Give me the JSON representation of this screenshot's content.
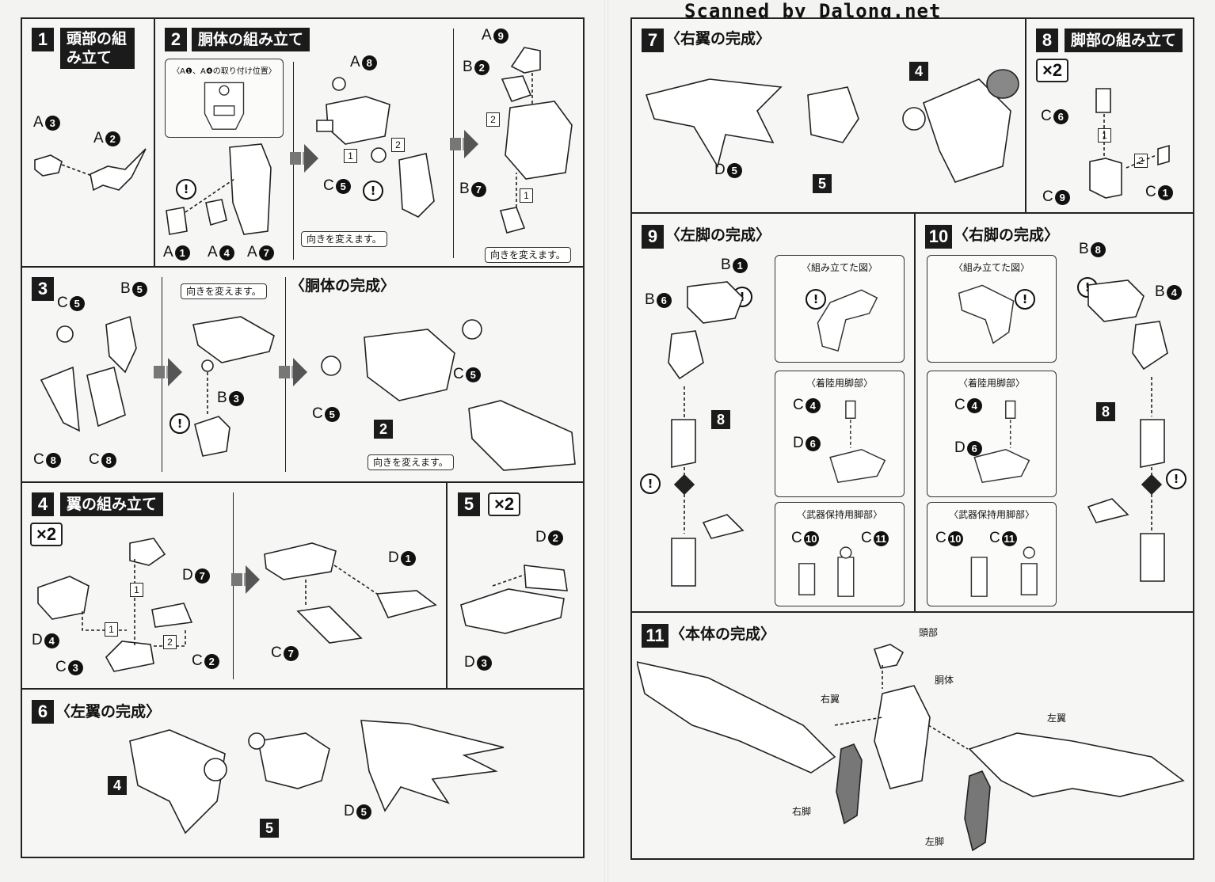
{
  "watermark": "Scanned by Dalong.net",
  "steps": {
    "s1": {
      "num": "1",
      "title": "頭部の組み立て",
      "parts": {
        "a3": {
          "l": "A",
          "n": "3"
        },
        "a2": {
          "l": "A",
          "n": "2"
        }
      }
    },
    "s2": {
      "num": "2",
      "title": "胴体の組み立て",
      "inset": "〈A❶、A❹の取り付け位置〉",
      "turn1": "向きを変えます。",
      "turn2": "向きを変えます。",
      "parts": {
        "a1": {
          "l": "A",
          "n": "1"
        },
        "a4": {
          "l": "A",
          "n": "4"
        },
        "a7": {
          "l": "A",
          "n": "7"
        },
        "a8": {
          "l": "A",
          "n": "8"
        },
        "c5": {
          "l": "C",
          "n": "5"
        },
        "a9": {
          "l": "A",
          "n": "9"
        },
        "b2": {
          "l": "B",
          "n": "2"
        },
        "b7": {
          "l": "B",
          "n": "7"
        }
      }
    },
    "s3": {
      "num": "3",
      "sub": "〈胴体の完成〉",
      "turn1": "向きを変えます。",
      "turn2": "向きを変えます。",
      "parts": {
        "c5a": {
          "l": "C",
          "n": "5"
        },
        "b5": {
          "l": "B",
          "n": "5"
        },
        "c8a": {
          "l": "C",
          "n": "8"
        },
        "c8b": {
          "l": "C",
          "n": "8"
        },
        "b3": {
          "l": "B",
          "n": "3"
        },
        "c5b": {
          "l": "C",
          "n": "5"
        },
        "c5c": {
          "l": "C",
          "n": "5"
        }
      },
      "ref": "2"
    },
    "s4": {
      "num": "4",
      "title": "翼の組み立て",
      "times": "×2",
      "parts": {
        "d7": {
          "l": "D",
          "n": "7"
        },
        "d4": {
          "l": "D",
          "n": "4"
        },
        "c3": {
          "l": "C",
          "n": "3"
        },
        "c2": {
          "l": "C",
          "n": "2"
        },
        "d1": {
          "l": "D",
          "n": "1"
        },
        "c7": {
          "l": "C",
          "n": "7"
        }
      }
    },
    "s5": {
      "num": "5",
      "times": "×2",
      "parts": {
        "d2": {
          "l": "D",
          "n": "2"
        },
        "d3": {
          "l": "D",
          "n": "3"
        }
      }
    },
    "s6": {
      "num": "6",
      "sub": "〈左翼の完成〉",
      "ref4": "4",
      "ref5": "5",
      "parts": {
        "d5": {
          "l": "D",
          "n": "5"
        }
      }
    },
    "s7": {
      "num": "7",
      "sub": "〈右翼の完成〉",
      "ref4": "4",
      "ref5": "5",
      "parts": {
        "d5": {
          "l": "D",
          "n": "5"
        }
      }
    },
    "s8": {
      "num": "8",
      "title": "脚部の組み立て",
      "times": "×2",
      "parts": {
        "c6": {
          "l": "C",
          "n": "6"
        },
        "c9": {
          "l": "C",
          "n": "9"
        },
        "c1": {
          "l": "C",
          "n": "1"
        }
      }
    },
    "s9": {
      "num": "9",
      "sub": "〈左脚の完成〉",
      "ref8": "8",
      "box1": "〈組み立てた図〉",
      "box2": "〈着陸用脚部〉",
      "box3": "〈武器保持用脚部〉",
      "parts": {
        "b1": {
          "l": "B",
          "n": "1"
        },
        "b6": {
          "l": "B",
          "n": "6"
        },
        "c4": {
          "l": "C",
          "n": "4"
        },
        "d6": {
          "l": "D",
          "n": "6"
        },
        "c10": {
          "l": "C",
          "n": "10"
        },
        "c11": {
          "l": "C",
          "n": "11"
        }
      }
    },
    "s10": {
      "num": "10",
      "sub": "〈右脚の完成〉",
      "ref8": "8",
      "box1": "〈組み立てた図〉",
      "box2": "〈着陸用脚部〉",
      "box3": "〈武器保持用脚部〉",
      "parts": {
        "b8": {
          "l": "B",
          "n": "8"
        },
        "b4": {
          "l": "B",
          "n": "4"
        },
        "c4": {
          "l": "C",
          "n": "4"
        },
        "d6": {
          "l": "D",
          "n": "6"
        },
        "c10": {
          "l": "C",
          "n": "10"
        },
        "c11": {
          "l": "C",
          "n": "11"
        }
      }
    },
    "s11": {
      "num": "11",
      "sub": "〈本体の完成〉",
      "labels": {
        "head": "頭部",
        "body": "胴体",
        "rwing": "右翼",
        "lwing": "左翼",
        "rleg": "右脚",
        "lleg": "左脚"
      }
    }
  },
  "icons": [
    "caution-icon",
    "step-arrow-icon",
    "rotate-arrow-icon",
    "cut-tool-icon"
  ]
}
